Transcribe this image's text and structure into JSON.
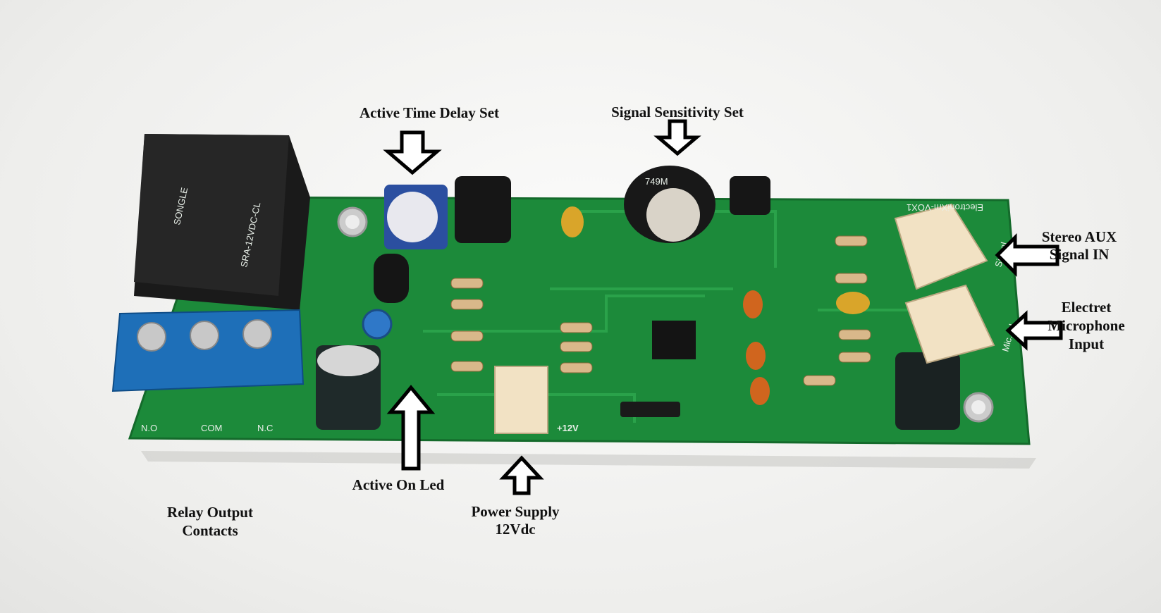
{
  "labels": {
    "time_delay": "Active Time Delay Set",
    "sensitivity": "Signal Sensitivity Set",
    "aux_line1": "Stereo AUX",
    "aux_line2": "Signal IN",
    "mic_line1": "Electret",
    "mic_line2": "Microphone",
    "mic_line3": "Input",
    "led": "Active On Led",
    "power_line1": "Power Supply",
    "power_line2": "12Vdc",
    "relay_line1": "Relay Output",
    "relay_line2": "Contacts"
  },
  "board": {
    "brand": "ElectroniXm-VOX1",
    "relay_text": "SRA-12VDC-CL",
    "relay_brand": "SONGLE",
    "pot_text": "749M",
    "terminal_no": "N.O",
    "terminal_com": "COM",
    "terminal_nc": "N.C",
    "power_mark": "+12V",
    "signal_mark": "Signal",
    "mic_mark": "Mic. IN"
  },
  "colors": {
    "pcb": "#1c8a3a",
    "terminal": "#1e6fb8",
    "relay": "#1a1a1a"
  }
}
